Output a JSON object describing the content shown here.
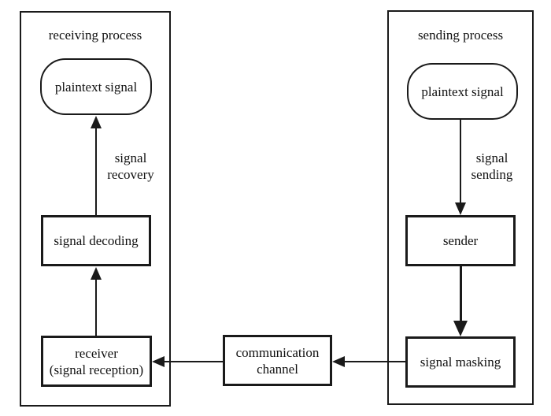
{
  "colors": {
    "ink": "#1a1a1a",
    "background": "#ffffff"
  },
  "receiving": {
    "title": "receiving process",
    "plaintext": "plaintext signal",
    "decoding": "signal decoding",
    "receiver": "receiver\n(signal reception)",
    "recovery_label": "signal\nrecovery"
  },
  "sending": {
    "title": "sending process",
    "plaintext": "plaintext signal",
    "sender": "sender",
    "masking": "signal masking",
    "sending_label": "signal\nsending"
  },
  "channel": {
    "label": "communication\nchannel"
  }
}
